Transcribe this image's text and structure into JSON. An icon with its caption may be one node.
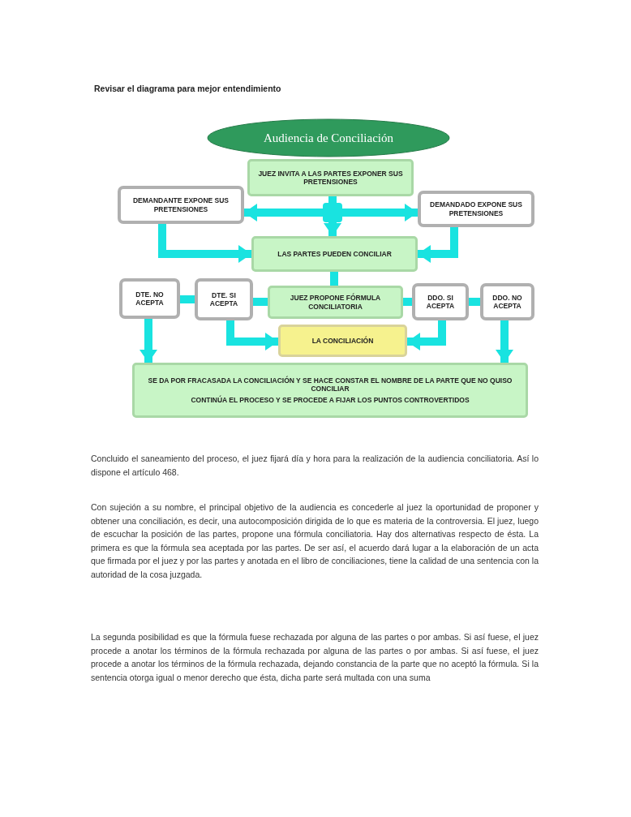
{
  "diagram": {
    "title": "Revisar el diagrama para mejor entendimiento",
    "nodes": [
      {
        "text": [
          "Audiencia de Conciliación"
        ]
      },
      {
        "text": [
          "JUEZ INVITA A LAS PARTES EXPONER SUS PRETENSIONES"
        ]
      },
      {
        "text": [
          "DEMANDANTE EXPONE SUS PRETENSIONES"
        ]
      },
      {
        "text": [
          "DEMANDADO EXPONE SUS PRETENSIONES"
        ]
      },
      {
        "text": [
          "LAS PARTES PUEDEN CONCILIAR"
        ]
      },
      {
        "text": [
          "DTE. NO ACEPTA"
        ]
      },
      {
        "text": [
          "DTE. SI ACEPTA"
        ]
      },
      {
        "text": [
          "JUEZ PROPONE FÓRMULA CONCILIATORIA"
        ]
      },
      {
        "text": [
          "DDO. SI ACEPTA"
        ]
      },
      {
        "text": [
          "DDO. NO ACEPTA"
        ]
      },
      {
        "text": [
          "LA CONCILIACIÓN"
        ]
      },
      {
        "text": [
          "SE DA POR FRACASADA LA CONCILIACIÓN Y SE HACE CONSTAR EL NOMBRE DE LA PARTE QUE NO QUISO CONCILIAR",
          "CONTINÚA EL PROCESO Y SE PROCEDE A FIJAR LOS PUNTOS CONTROVERTIDOS"
        ]
      }
    ],
    "edges": [
      {
        "from": 1,
        "to": 2,
        "arrow": "to"
      },
      {
        "from": 1,
        "to": 3,
        "arrow": "to"
      },
      {
        "from": 1,
        "to": 4,
        "arrow": "to"
      },
      {
        "from": 2,
        "to": 4,
        "arrow": "to"
      },
      {
        "from": 3,
        "to": 4,
        "arrow": "to"
      },
      {
        "from": 4,
        "to": 7,
        "arrow": "none"
      },
      {
        "from": 6,
        "to": 5,
        "arrow": "none"
      },
      {
        "from": 7,
        "to": 6,
        "arrow": "none"
      },
      {
        "from": 7,
        "to": 8,
        "arrow": "none"
      },
      {
        "from": 8,
        "to": 9,
        "arrow": "none"
      },
      {
        "from": 6,
        "to": 10,
        "arrow": "to"
      },
      {
        "from": 8,
        "to": 10,
        "arrow": "to"
      },
      {
        "from": 5,
        "to": 11,
        "arrow": "to"
      },
      {
        "from": 9,
        "to": 11,
        "arrow": "to"
      }
    ],
    "labels": [
      "Concluido el saneamiento del proceso, el juez fijará día y hora para la realización de la audiencia conciliatoria. Así lo dispone el artículo 468.",
      "Con sujeción a su nombre, el principal objetivo de la audiencia es concederle al juez la oportunidad de proponer y obtener una conciliación, es decir, una autocomposición dirigida de lo que es materia de la controversia. El juez, luego de escuchar la posición de las partes, propone una fórmula conciliatoria. Hay dos alternativas respecto de ésta. La primera es que la fórmula sea aceptada por las partes. De ser así, el acuerdo dará lugar a la elaboración de un acta que firmada por el juez y por las partes y anotada en el libro de conciliaciones, tiene la calidad de una sentencia con la autoridad de la cosa juzgada.",
      "La segunda posibilidad es que la fórmula fuese rechazada por alguna de las partes o por ambas. Si así fuese, el juez procede a anotar los términos de la fórmula rechazada por alguna de las partes o por ambas. Si así fuese, el juez procede a anotar los términos de la fórmula rechazada, dejando constancia de la parte que no aceptó la fórmula. Si la sentencia otorga igual o menor derecho que ésta, dicha parte será multada con una suma"
    ]
  }
}
